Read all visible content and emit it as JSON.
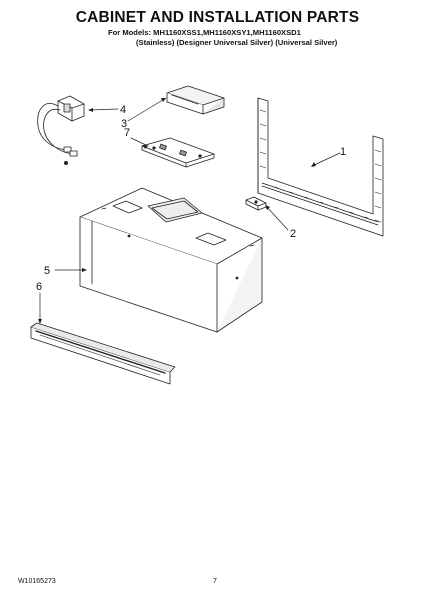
{
  "header": {
    "title": "CABINET AND INSTALLATION PARTS",
    "models": "For Models: MH1160XSS1,MH1160XSY1,MH1160XSD1",
    "finishes": "(Stainless) (Designer Universal Silver) (Universal Silver)"
  },
  "callouts": {
    "c1": "1",
    "c2": "2",
    "c3": "3",
    "c4": "4",
    "c5": "5",
    "c6": "6",
    "c7": "7"
  },
  "footer": {
    "doc_number": "W10165273",
    "page_number": "7"
  }
}
